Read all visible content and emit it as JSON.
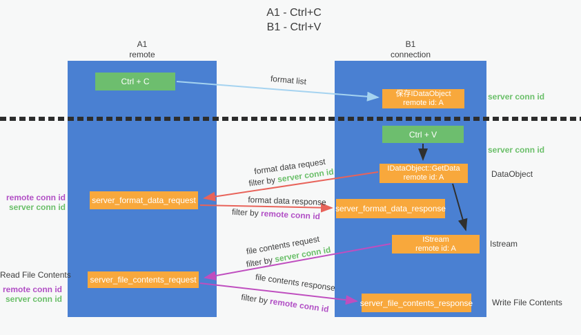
{
  "title": {
    "line1": "A1 - Ctrl+C",
    "line2": "B1 - Ctrl+V"
  },
  "lanes": {
    "a1": {
      "name": "A1",
      "subtitle": "remote"
    },
    "b1": {
      "name": "B1",
      "subtitle": "connection"
    }
  },
  "nodes": {
    "ctrl_c": {
      "label": "Ctrl + C"
    },
    "save_dataobject": {
      "line1": "保存IDataObject",
      "line2": "remote id: A"
    },
    "ctrl_v": {
      "label": "Ctrl + V"
    },
    "getdata": {
      "line1": "IDataObject::GetData",
      "line2": "remote id: A"
    },
    "format_request": {
      "label": "server_format_data_request"
    },
    "format_response": {
      "label": "server_format_data_response"
    },
    "istream": {
      "line1": "IStream",
      "line2": "remote id: A"
    },
    "file_request": {
      "label": "server_file_contents_request"
    },
    "file_response": {
      "label": "server_file_contents_response"
    }
  },
  "flow_labels": {
    "format_list": "format list",
    "format_data_request": "format data request",
    "format_data_response": "format data response",
    "file_contents_request": "file contents request",
    "file_contents_response": "file contents response",
    "filter_by": "filter by",
    "server_conn_id": "server conn id",
    "remote_conn_id": "remote conn id"
  },
  "annotations": {
    "right_server_conn_top": "server conn id",
    "right_server_conn_mid": "server conn id",
    "right_dataobject": "DataObject",
    "right_istream": "Istream",
    "right_write_file": "Write File Contents",
    "left_remote_conn_mid": "remote conn id",
    "left_server_conn_mid": "server conn id",
    "left_read_file": "Read File Contents",
    "left_remote_conn_bottom": "remote conn id",
    "left_server_conn_bottom": "server conn id"
  },
  "colors": {
    "lane_blue": "#4a80d2",
    "box_green": "#6dbe6e",
    "box_orange": "#f8a83c",
    "conn_id_green": "#6abf69",
    "conn_id_purple": "#b14fc5",
    "arrow_blue": "#a5d3f0",
    "arrow_red": "#e8635a",
    "arrow_magenta": "#bf4ebf",
    "arrow_black": "#2f2f2f"
  }
}
